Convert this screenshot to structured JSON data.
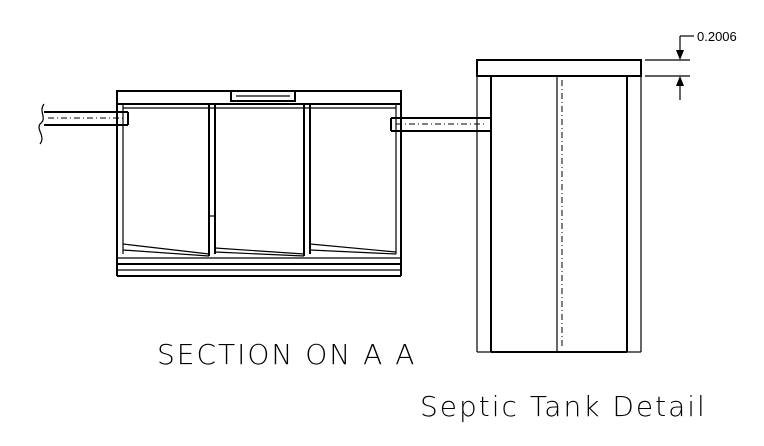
{
  "drawing": {
    "dimension_value": "0.2006",
    "section_label": "SECTION ON A A",
    "title": "Septic Tank Detail"
  }
}
